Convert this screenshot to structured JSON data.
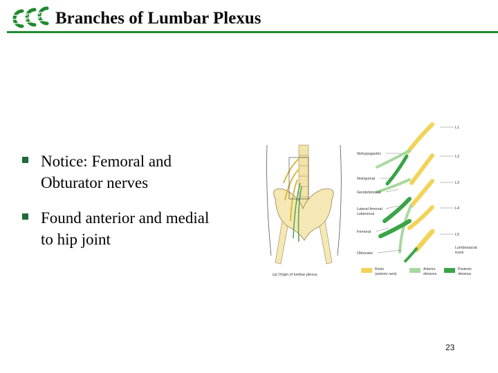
{
  "slide": {
    "title": "Branches of Lumbar Plexus",
    "page_number": "23",
    "accent_color": "#1e8a2e"
  },
  "logo": {
    "icon": "ecc-logo-icon"
  },
  "bullets": [
    {
      "text_line1": "Notice: Femoral and",
      "text_line2": "Obturator nerves"
    },
    {
      "text_line1": "Found anterior and medial",
      "text_line2": "to hip joint"
    }
  ],
  "figure": {
    "caption": "(a) Origin of lumbar plexus",
    "nerve_labels": [
      "Iliohypogastric",
      "Ilioinguinal",
      "Genitofemoral",
      "Lateral femoral",
      "cutaneous",
      "Femoral",
      "Obturator"
    ],
    "level_labels": [
      "L1",
      "L2",
      "L3",
      "L4",
      "L5",
      "Lumbosacral",
      "trunk"
    ],
    "legend": [
      {
        "line1": "Roots",
        "line2": "(anterior rami)",
        "color": "#f2d35a"
      },
      {
        "line1": "Anterior",
        "line2": "divisions",
        "color": "#a9d8a0"
      },
      {
        "line1": "Posterior",
        "line2": "divisions",
        "color": "#3aa447"
      }
    ]
  }
}
